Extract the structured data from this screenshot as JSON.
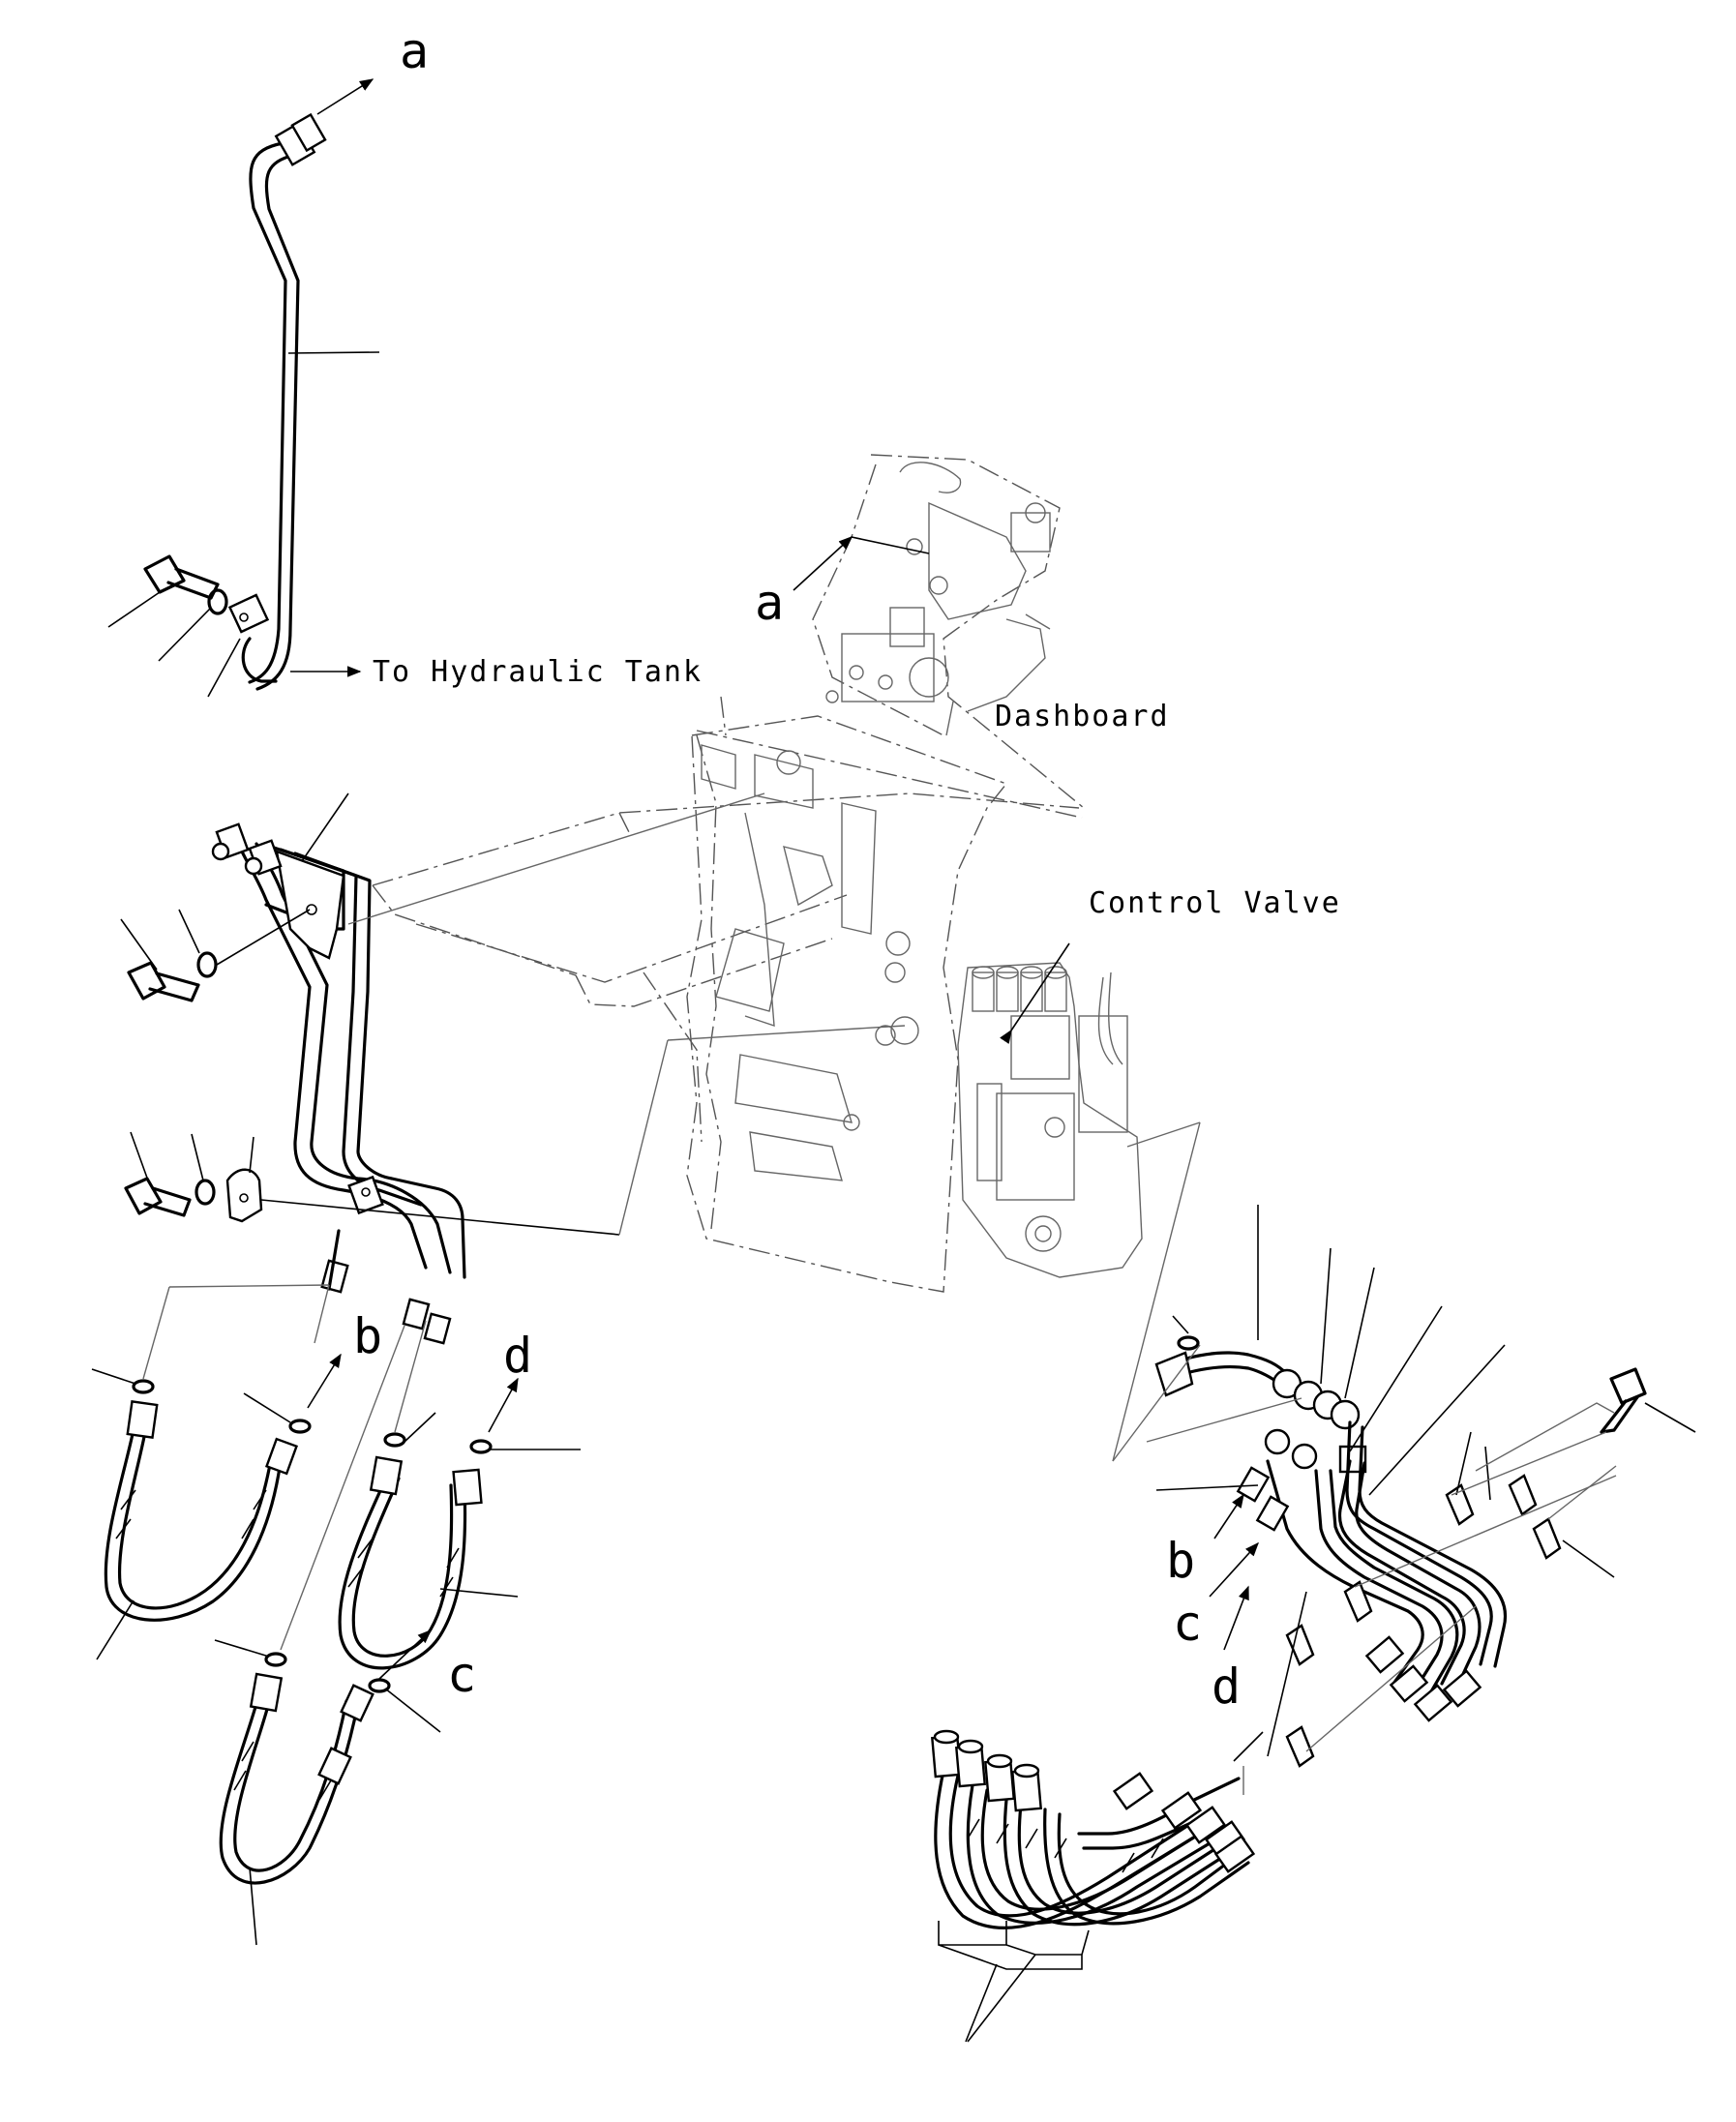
{
  "labels": {
    "to_hydraulic_tank": "To Hydraulic Tank",
    "dashboard": "Dashboard",
    "control_valve": "Control Valve"
  },
  "refs": {
    "a": "a",
    "b": "b",
    "c": "c",
    "d": "d"
  }
}
